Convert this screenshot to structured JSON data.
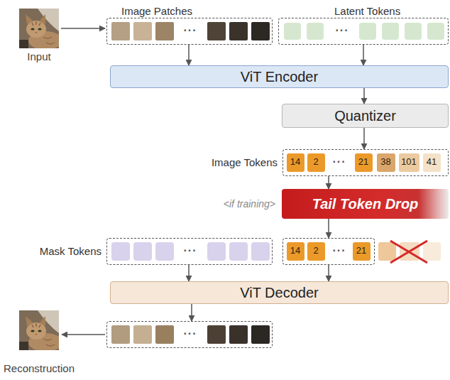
{
  "diagram": {
    "nodes": [
      {
        "text": [
          "Image Patches",
          "···"
        ]
      },
      {
        "text": [
          "Latent Tokens",
          "···"
        ]
      },
      {
        "text": [
          "ViT Encoder"
        ]
      },
      {
        "text": [
          "Quantizer"
        ]
      },
      {
        "text": [
          "Image Tokens",
          "···"
        ]
      },
      {
        "text": [
          "14"
        ],
        "in": 4
      },
      {
        "text": [
          "2"
        ],
        "in": 4
      },
      {
        "text": [
          "21"
        ],
        "in": 4
      },
      {
        "text": [
          "38"
        ],
        "in": 4
      },
      {
        "text": [
          "101"
        ],
        "in": 4
      },
      {
        "text": [
          "41"
        ],
        "in": 4
      },
      {
        "text": [
          "Tail Token Drop"
        ]
      },
      {
        "text": [
          "Mask Tokens",
          "···"
        ]
      },
      {
        "text": [
          "···"
        ]
      },
      {
        "text": [
          "14"
        ],
        "in": 13
      },
      {
        "text": [
          "2"
        ],
        "in": 13
      },
      {
        "text": [
          "21"
        ],
        "in": 13
      },
      {
        "text": [
          "ViT Decoder"
        ]
      },
      {
        "text": [
          "···"
        ]
      }
    ],
    "edges": [
      {
        "from": 0,
        "to": 2,
        "arrow": "to"
      },
      {
        "from": 1,
        "to": 2,
        "arrow": "to"
      },
      {
        "from": 2,
        "to": 3,
        "arrow": "to"
      },
      {
        "from": 3,
        "to": 4,
        "arrow": "to"
      },
      {
        "from": 4,
        "to": 11,
        "arrow": "to"
      },
      {
        "from": 11,
        "to": 13,
        "arrow": "to"
      },
      {
        "from": 12,
        "to": 17,
        "arrow": "to"
      },
      {
        "from": 13,
        "to": 17,
        "arrow": "to"
      },
      {
        "from": 17,
        "to": 18,
        "arrow": "to"
      }
    ],
    "labels": [
      "Input",
      "<if training>",
      "Reconstruction"
    ]
  }
}
